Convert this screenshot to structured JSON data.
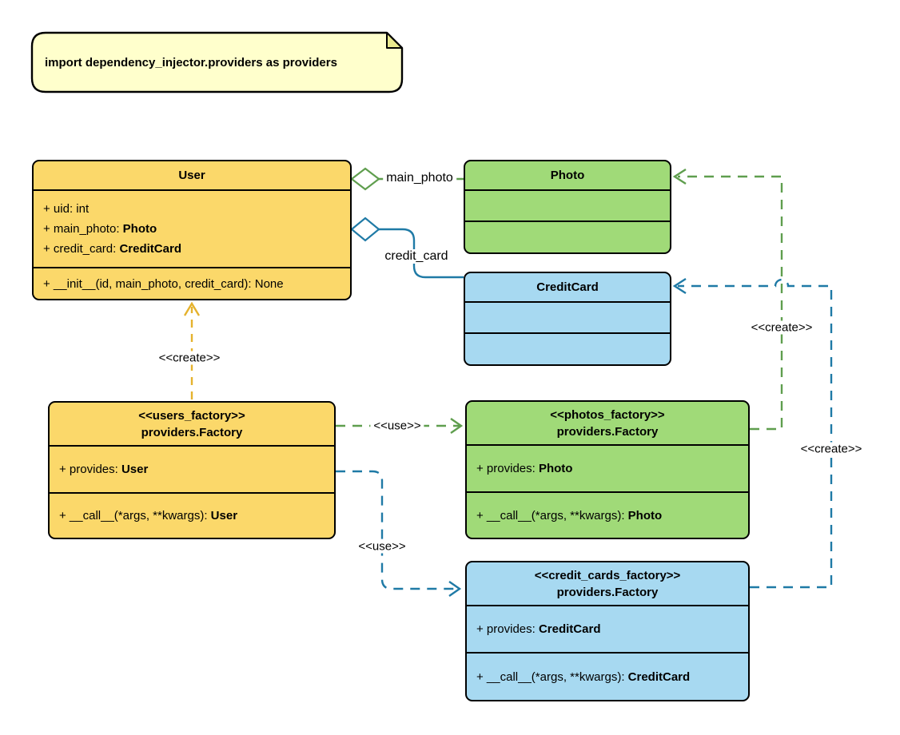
{
  "note": {
    "text": "import dependency_injector.providers as providers"
  },
  "classes": {
    "user": {
      "title": "User",
      "attributes": [
        {
          "label": "+ uid: int",
          "type": ""
        },
        {
          "label": "+ main_photo: ",
          "type": "Photo"
        },
        {
          "label": "+ credit_card: ",
          "type": "CreditCard"
        }
      ],
      "methods": [
        {
          "label": "+ __init__(id, main_photo, credit_card): None",
          "type": ""
        }
      ]
    },
    "photo": {
      "title": "Photo"
    },
    "credit_card": {
      "title": "CreditCard"
    },
    "users_factory": {
      "stereotype": "<<users_factory>>",
      "title": "providers.Factory",
      "attributes": [
        {
          "label": "+ provides: ",
          "type": "User"
        }
      ],
      "methods": [
        {
          "label": "+ __call__(*args, **kwargs): ",
          "type": "User"
        }
      ]
    },
    "photos_factory": {
      "stereotype": "<<photos_factory>>",
      "title": "providers.Factory",
      "attributes": [
        {
          "label": "+ provides: ",
          "type": "Photo"
        }
      ],
      "methods": [
        {
          "label": "+ __call__(*args, **kwargs): ",
          "type": "Photo"
        }
      ]
    },
    "credit_cards_factory": {
      "stereotype": "<<credit_cards_factory>>",
      "title": "providers.Factory",
      "attributes": [
        {
          "label": "+ provides: ",
          "type": "CreditCard"
        }
      ],
      "methods": [
        {
          "label": "+ __call__(*args, **kwargs): ",
          "type": "CreditCard"
        }
      ]
    }
  },
  "edges": {
    "aggregation_main_photo": {
      "label": "main_photo"
    },
    "aggregation_credit_card": {
      "label": "credit_card"
    },
    "create_user": {
      "label": "<<create>>"
    },
    "create_photo": {
      "label": "<<create>>"
    },
    "create_credit_card": {
      "label": "<<create>>"
    },
    "use_photos_factory": {
      "label": "<<use>>"
    },
    "use_credit_cards_factory": {
      "label": "<<use>>"
    }
  },
  "colors": {
    "background": "#FFFFFF",
    "note_fill": "#FFFFCC",
    "yellow_fill": "#FBD86A",
    "green_fill": "#A0DA78",
    "blue_fill": "#A7D9F1",
    "yellow_stroke": "#E5B22D",
    "green_stroke": "#5F9E4E",
    "blue_stroke": "#1F7AA6",
    "outline": "#000000"
  }
}
